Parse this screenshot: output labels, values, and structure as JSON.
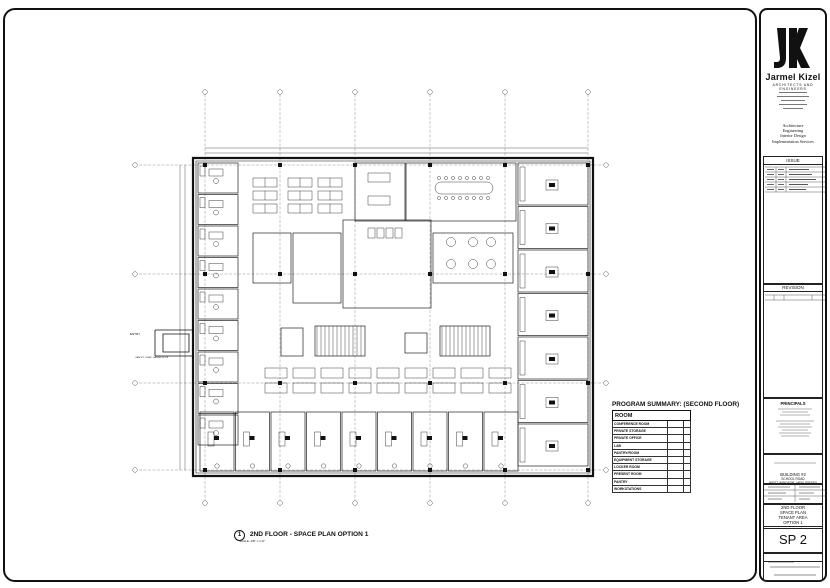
{
  "titleblock": {
    "logo_letters": "JK",
    "firm_name": "Jarmel Kizel",
    "firm_tag": "ARCHITECTS AND ENGINEERS",
    "services": [
      "Architecture",
      "Engineering",
      "Interior Design",
      "Implementation Services"
    ],
    "issue_header": "ISSUE",
    "revision_header": "REVISION",
    "principals_header": "PRINCIPALS",
    "project_lines": [
      "BUILDING #2",
      "SCHOOL ROAD",
      "WEST WINDSOR, NEW JERSEY"
    ],
    "sheet_title_lines": [
      "2ND FLOOR",
      "SPACE PLAN",
      "TENANT AREA",
      "OPTION 1"
    ],
    "sheet_number": "SP 2"
  },
  "drawing": {
    "marker": "1",
    "title": "2ND FLOOR - SPACE PLAN OPTION 1",
    "scale": "SCALE: 1/8\" = 1'-0\"",
    "entry_label": "ENTRY",
    "lounge_label": "CANOPY OVER LOADING DOCK"
  },
  "summary": {
    "title": "PROGRAM SUMMARY: (SECOND FLOOR)",
    "header": "ROOM",
    "rows": [
      "CONFERENCE ROOM",
      "PRIVATE STORAGE",
      "PRIVATE OFFICE",
      "LAB",
      "PANTRY/ROOM",
      "EQUIPMENT STORAGE",
      "LOCKER ROOM",
      "PRESENT ROOM",
      "PANTRY",
      "WORKSTATIONS"
    ]
  }
}
